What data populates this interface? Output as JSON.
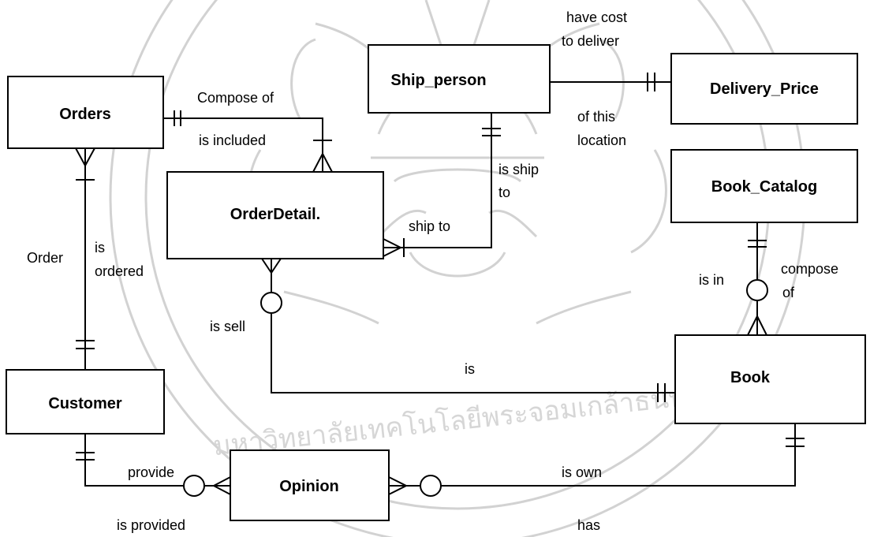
{
  "entities": {
    "orders": "Orders",
    "order_detail": "OrderDetail.",
    "ship_person": "Ship_person",
    "delivery_price": "Delivery_Price",
    "book_catalog": "Book_Catalog",
    "customer": "Customer",
    "opinion": "Opinion",
    "book": "Book"
  },
  "relationships": {
    "compose_of": "Compose of",
    "is_included": "is included",
    "have_cost_1": "have cost",
    "have_cost_2": "to deliver",
    "of_this_1": "of this",
    "of_this_2": "location",
    "is_ship_1": "is ship",
    "is_ship_2": "to",
    "ship_to": "ship to",
    "order": "Order",
    "is_ordered_1": "is",
    "is_ordered_2": "ordered",
    "is_in": "is in",
    "compose_of_1": "compose",
    "compose_of_2": "of",
    "is_sell": "is sell",
    "is": "is",
    "provide": "provide",
    "is_provided": "is provided",
    "is_own": "is own",
    "has": "has"
  },
  "watermark": {
    "text": "มหาวิทยาลัยเทคโนโลยีพระจอมเกล้าธนบุรี"
  }
}
